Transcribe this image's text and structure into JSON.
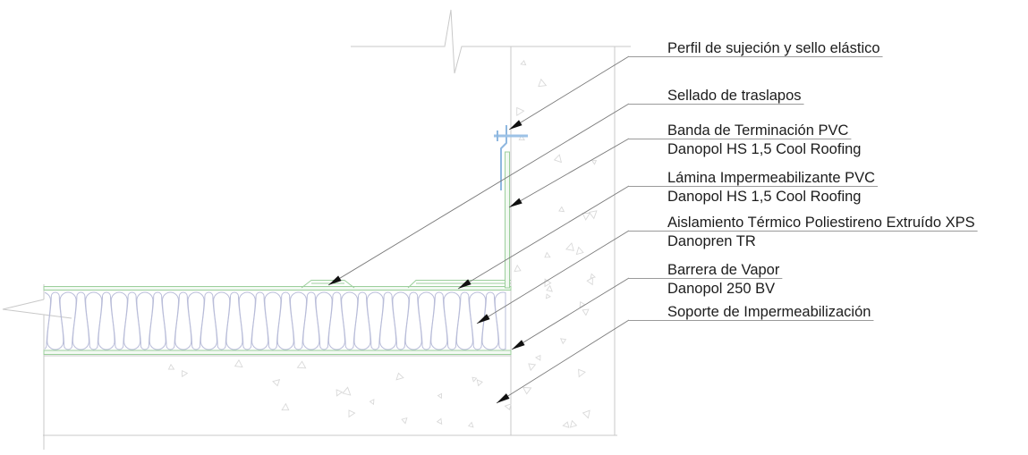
{
  "drawing": {
    "kind": "construction-detail-section",
    "colors": {
      "membrane_green": "#9ccf9c",
      "insulation_blue": "#b9bdd9",
      "profile_blue": "#8fb8e0",
      "concrete_gray": "#c9c9c9",
      "leader_gray": "#7a7a7a",
      "text_color": "#1c1c1c",
      "background": "#ffffff"
    }
  },
  "callouts": [
    {
      "id": "perfil",
      "line1": "Perfil de sujeción y sello elástico",
      "line2": ""
    },
    {
      "id": "sellado",
      "line1": "Sellado de traslapos",
      "line2": ""
    },
    {
      "id": "banda",
      "line1": "Banda de Terminación PVC",
      "line2": "Danopol HS 1,5 Cool Roofing"
    },
    {
      "id": "lamina",
      "line1": "Lámina Impermeabilizante PVC",
      "line2": "Danopol HS 1,5 Cool Roofing"
    },
    {
      "id": "aislamiento",
      "line1": "Aislamiento Térmico Poliestireno Extruído XPS",
      "line2": "Danopren TR"
    },
    {
      "id": "barrera",
      "line1": "Barrera de Vapor",
      "line2": "Danopol 250 BV"
    },
    {
      "id": "soporte",
      "line1": "Soporte de Impermeabilización",
      "line2": ""
    }
  ]
}
